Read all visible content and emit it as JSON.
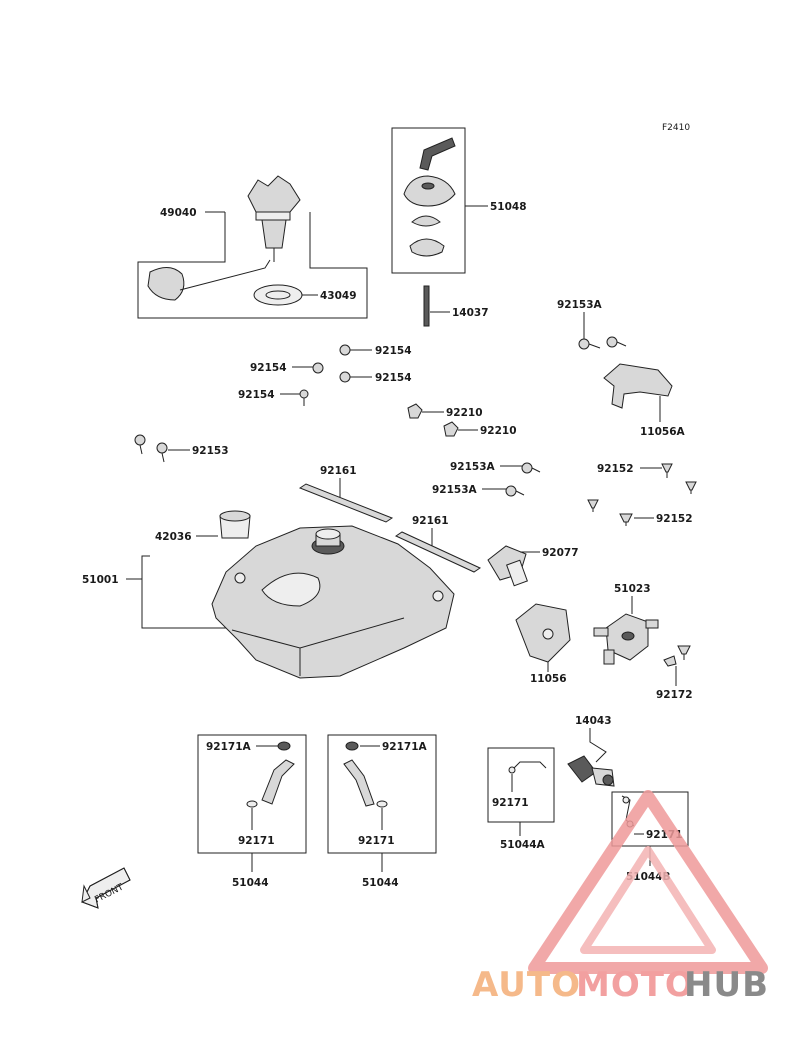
{
  "diagram": {
    "code": "F2410",
    "labels": {
      "l49040": "49040",
      "l43049": "43049",
      "l51048": "51048",
      "l14037": "14037",
      "l92153A_top": "92153A",
      "l92154_a": "92154",
      "l92154_b": "92154",
      "l92154_c": "92154",
      "l92154_d": "92154",
      "l92210_a": "92210",
      "l92210_b": "92210",
      "l11056A": "11056A",
      "l92153": "92153",
      "l92161_a": "92161",
      "l92161_b": "92161",
      "l92153A_b": "92153A",
      "l92153A_c": "92153A",
      "l92152_a": "92152",
      "l92152_b": "92152",
      "l42036": "42036",
      "l51001": "51001",
      "l92077": "92077",
      "l51023": "51023",
      "l11056": "11056",
      "l92172": "92172",
      "l14043": "14043",
      "l92171A_l": "92171A",
      "l92171A_r": "92171A",
      "l92171_l": "92171",
      "l92171_m": "92171",
      "l92171_r": "92171",
      "l92171_s": "92171",
      "l51044_l": "51044",
      "l51044_m": "51044",
      "l51044A": "51044A",
      "l51044B": "51044B",
      "front": "FRONT"
    }
  },
  "watermark": {
    "auto": "AUTO",
    "moto": "MOTO",
    "hub": "HUB",
    "color_auto": "#f5b98a",
    "color_moto": "#f2a0a0",
    "color_hub": "#8a8a8a"
  }
}
